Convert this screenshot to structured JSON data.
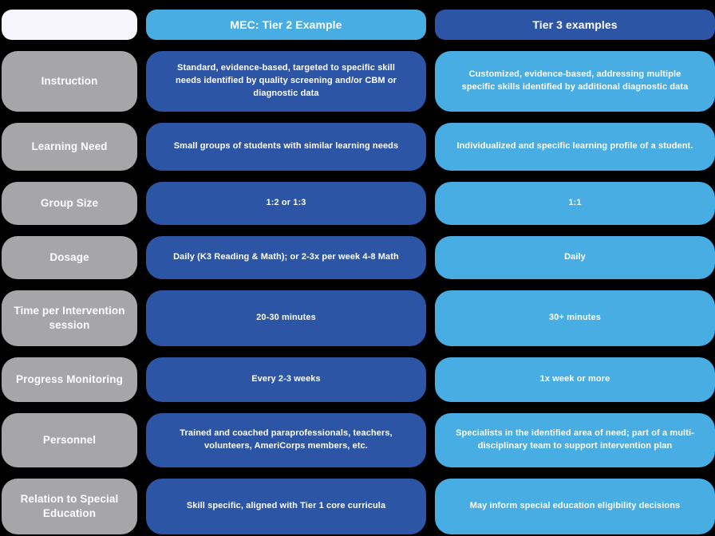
{
  "colors": {
    "background": "#000000",
    "light_blue": "#47ADE3",
    "dark_blue": "#2D55A6",
    "gray": "#A6A5A7",
    "corner": "#F7F5FC",
    "text": "#FFFFFF"
  },
  "table": {
    "header": {
      "tier2": "MEC: Tier 2 Example",
      "tier3": "Tier 3 examples"
    },
    "rows": [
      {
        "label": "Instruction",
        "tier2": "Standard, evidence-based, targeted to specific skill needs identified by quality screening and/or CBM or diagnostic data",
        "tier3": "Customized, evidence-based, addressing multiple specific skills identified by additional diagnostic data"
      },
      {
        "label": "Learning Need",
        "tier2": "Small groups of students with similar learning needs",
        "tier3": "Individualized and specific learning profile of a student."
      },
      {
        "label": "Group Size",
        "tier2": "1:2 or 1:3",
        "tier3": "1:1"
      },
      {
        "label": "Dosage",
        "tier2": "Daily (K3 Reading & Math); or 2-3x per week 4-8 Math",
        "tier3": "Daily"
      },
      {
        "label": "Time per Intervention session",
        "tier2": "20-30 minutes",
        "tier3": "30+ minutes"
      },
      {
        "label": "Progress Monitoring",
        "tier2": "Every 2-3 weeks",
        "tier3": "1x week or more"
      },
      {
        "label": "Personnel",
        "tier2": "Trained and coached paraprofessionals, teachers, volunteers, AmeriCorps members, etc.",
        "tier3": "Specialists in the identified area of need; part of a multi-disciplinary team to support intervention plan"
      },
      {
        "label": "Relation to Special Education",
        "tier2": "Skill specific, aligned with Tier 1 core curricula",
        "tier3": "May inform special education eligibility decisions"
      }
    ]
  }
}
